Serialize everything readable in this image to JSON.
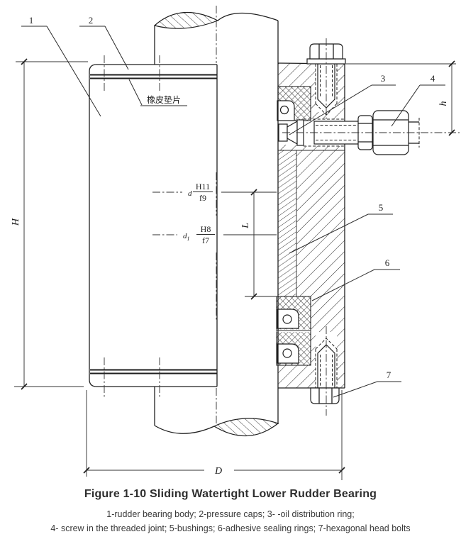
{
  "colors": {
    "ink": "#1f1f1f",
    "dim_line": "#333333",
    "paper": "#ffffff"
  },
  "callouts": {
    "c1": "1",
    "c2": "2",
    "c3": "3",
    "c4": "4",
    "c5": "5",
    "c6": "6",
    "c7": "7"
  },
  "dimensions": {
    "overall_height": "H",
    "fitting_height": "h",
    "bushing_length": "L",
    "outer_diameter": "D"
  },
  "fits": {
    "upper": {
      "symbol": "d",
      "numerator": "H11",
      "denominator": "f9"
    },
    "lower": {
      "symbol": "d",
      "subscript": "1",
      "numerator": "H8",
      "denominator": "f7"
    }
  },
  "annotations": {
    "rubber_gasket": "橡皮垫片"
  },
  "caption": {
    "title": "Figure 1-10 Sliding Watertight Lower Rudder Bearing"
  },
  "legend": {
    "line1": "1-rudder bearing body; 2-pressure caps; 3- -oil distribution ring;",
    "line2": "4- screw in the threaded joint; 5-bushings; 6-adhesive sealing rings; 7-hexagonal head bolts"
  }
}
